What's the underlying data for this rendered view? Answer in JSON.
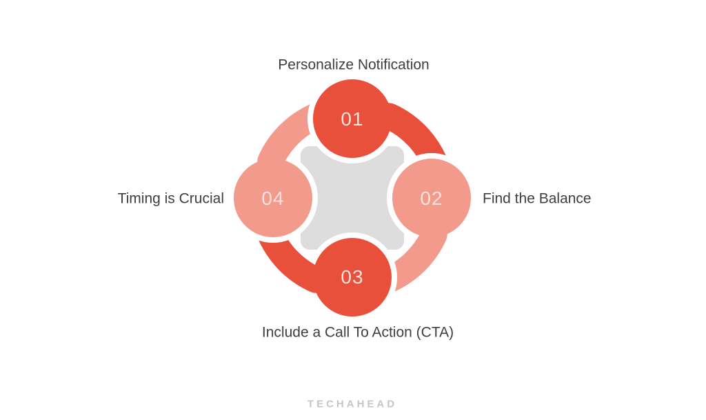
{
  "diagram": {
    "steps": [
      {
        "number": "01",
        "label": "Personalize Notification",
        "color": "#E8503C"
      },
      {
        "number": "02",
        "label": "Find the Balance",
        "color": "#F29A8C"
      },
      {
        "number": "03",
        "label": "Include a Call To Action (CTA)",
        "color": "#E8503C"
      },
      {
        "number": "04",
        "label": "Timing is Crucial",
        "color": "#F29A8C"
      }
    ],
    "center_shape_color": "#DDDDDD",
    "step_number_text_color": "#F9E2DC",
    "label_text_color": "#3E3E3E",
    "background_color": "#FFFFFF"
  },
  "footer": {
    "logo_text": "TECHAHEAD",
    "logo_color": "#C6C6C6"
  }
}
